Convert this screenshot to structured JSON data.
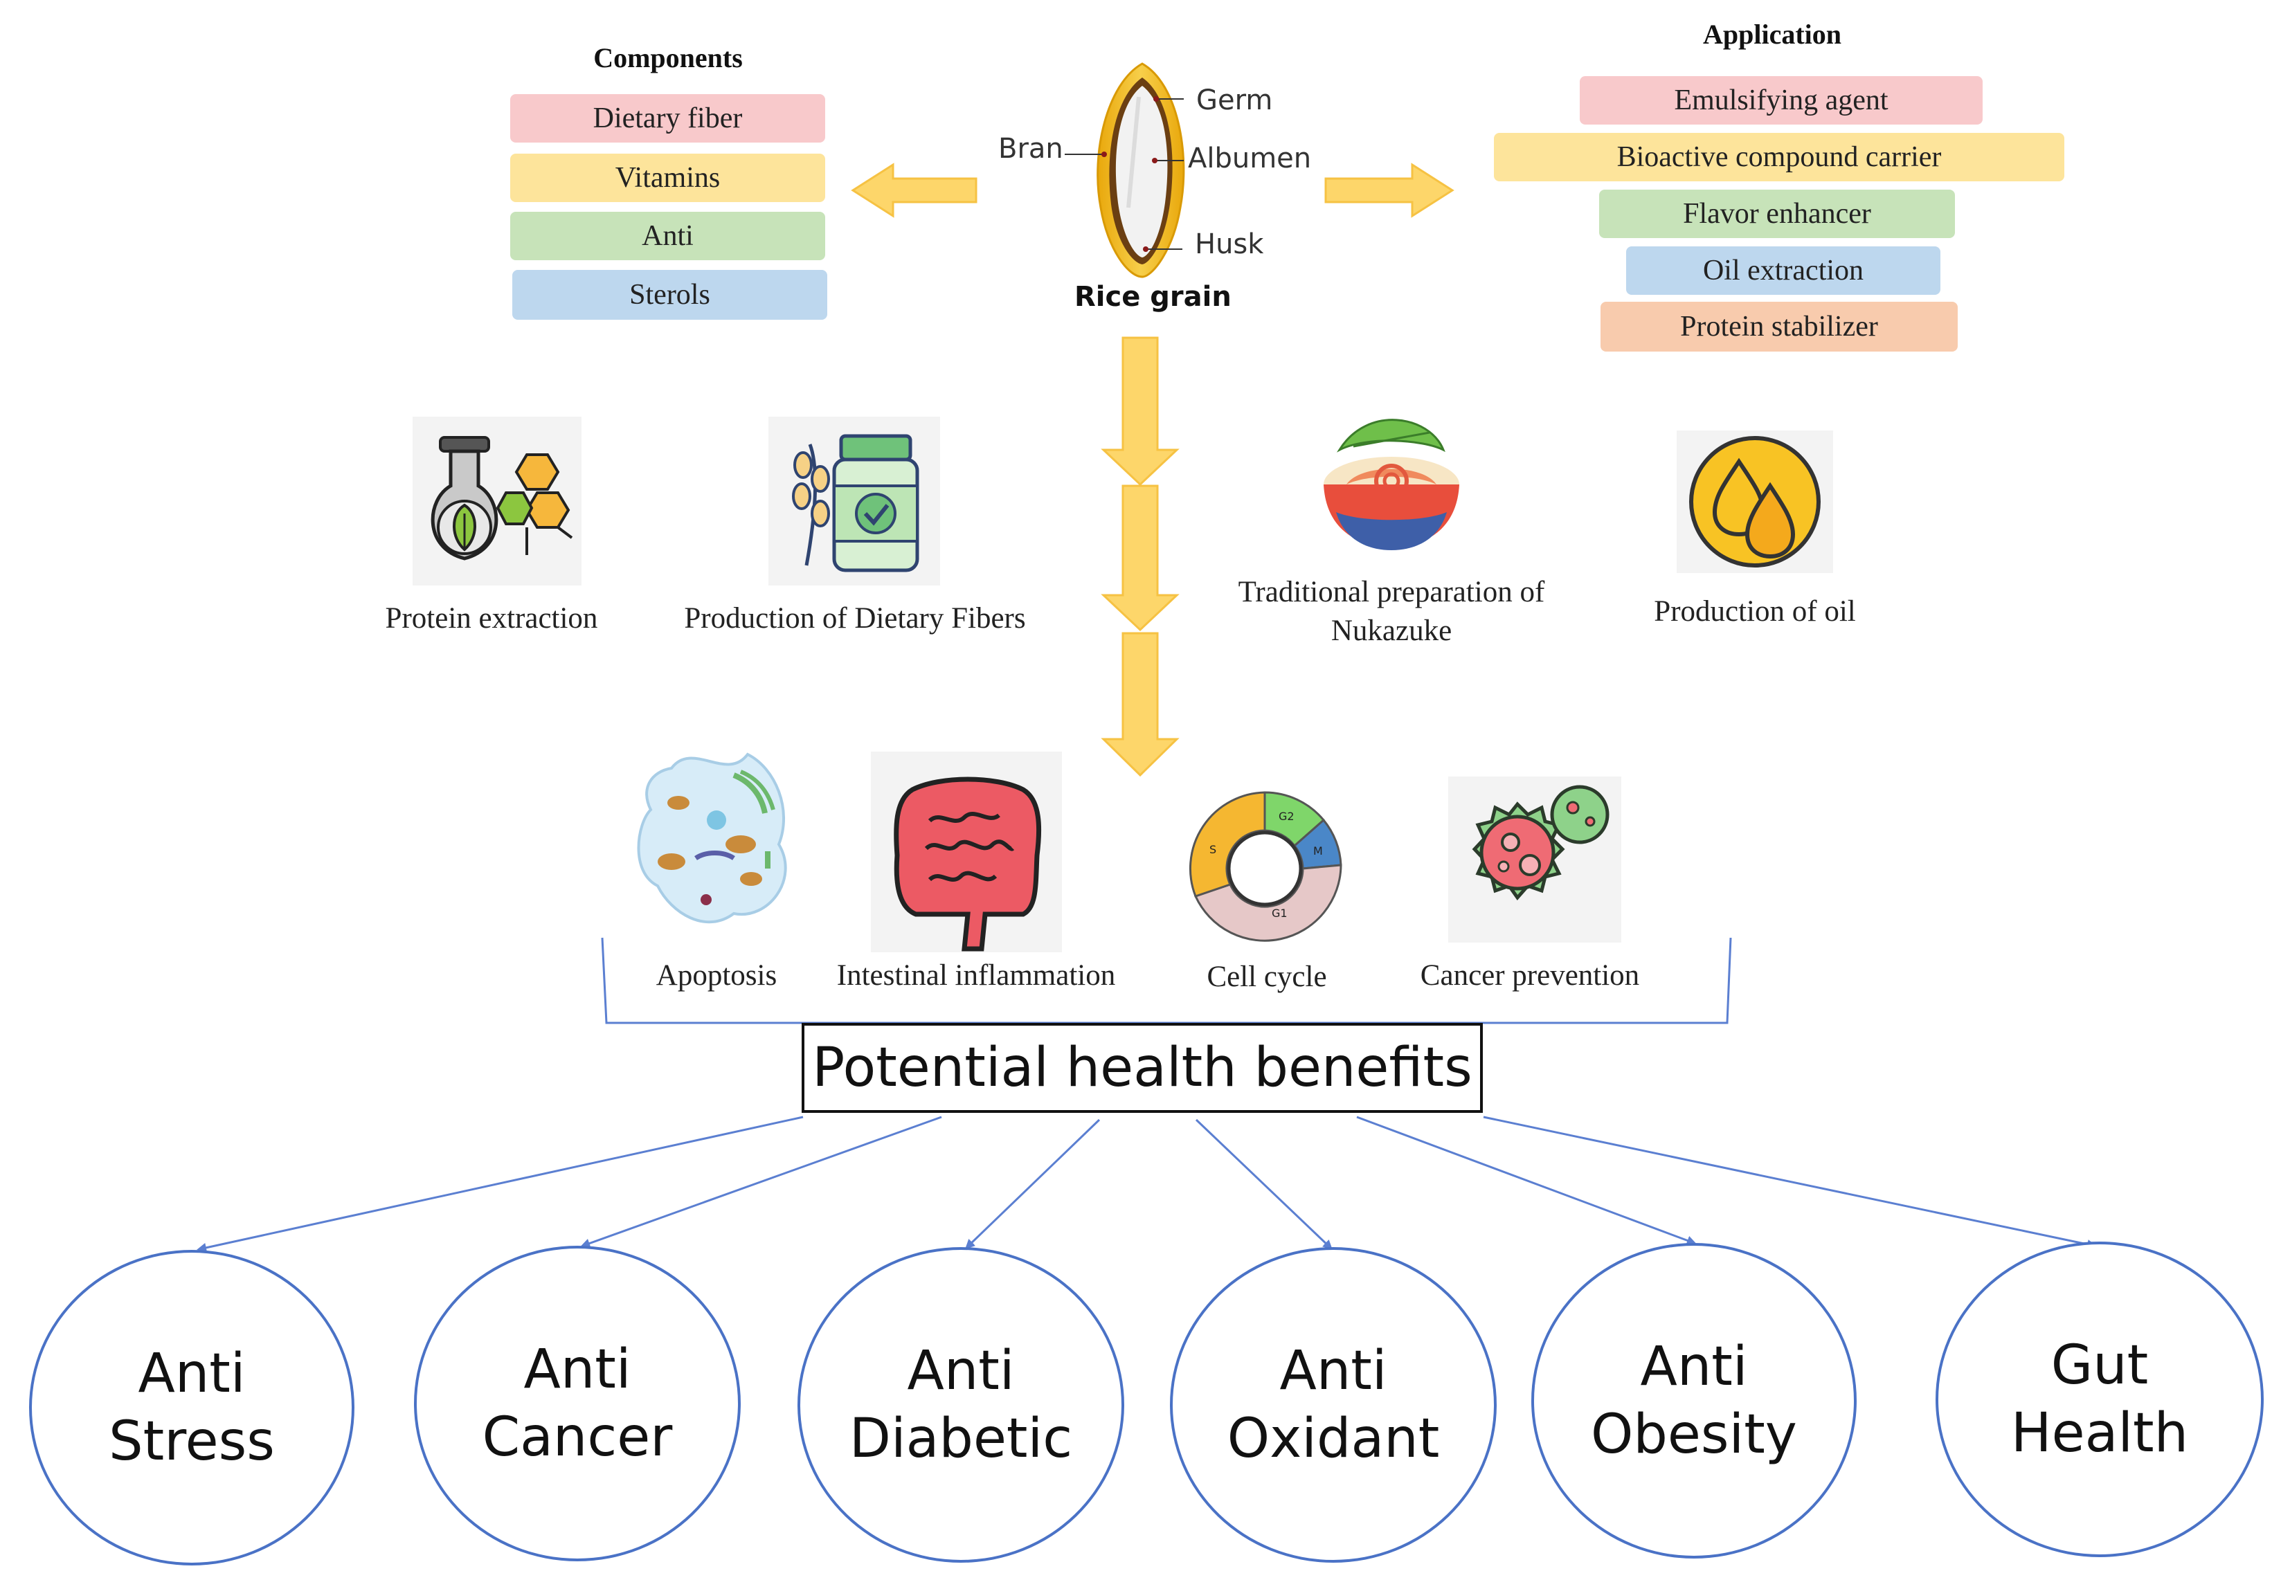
{
  "components": {
    "heading": "Components",
    "items": [
      {
        "label": "Dietary fiber",
        "color": "#f8c9cb"
      },
      {
        "label": "Vitamins",
        "color": "#fde49b"
      },
      {
        "label": "Anti",
        "color": "#c7e3b9"
      },
      {
        "label": "Sterols",
        "color": "#bdd7ee"
      }
    ]
  },
  "application": {
    "heading": "Application",
    "items": [
      {
        "label": "Emulsifying agent",
        "color": "#f8c9cb"
      },
      {
        "label": "Bioactive compound carrier",
        "color": "#fde49b"
      },
      {
        "label": "Flavor enhancer",
        "color": "#c7e3b9"
      },
      {
        "label": "Oil extraction",
        "color": "#bdd7ee"
      },
      {
        "label": "Protein stabilizer",
        "color": "#f8cbad"
      }
    ]
  },
  "grain": {
    "title": "Rice grain",
    "parts": {
      "germ": "Germ",
      "bran": "Bran",
      "albumen": "Albumen",
      "husk": "Husk"
    }
  },
  "processes": [
    {
      "label": "Protein extraction",
      "icon": "flask-leaf-icon"
    },
    {
      "label": "Production of Dietary Fibers",
      "icon": "supplement-bottle-icon"
    },
    {
      "label_line1": "Traditional preparation of",
      "label_line2": "Nukazuke",
      "icon": "pickle-bowl-icon"
    },
    {
      "label": "Production of oil",
      "icon": "oil-drops-icon"
    }
  ],
  "mechanisms": [
    {
      "label": "Apoptosis",
      "icon": "cell-icon"
    },
    {
      "label": "Intestinal inflammation",
      "icon": "intestine-icon"
    },
    {
      "label": "Cell cycle",
      "icon": "cell-cycle-icon",
      "phases": [
        "G2",
        "M",
        "G1",
        "S"
      ]
    },
    {
      "label": "Cancer prevention",
      "icon": "cancer-cell-icon"
    }
  ],
  "benefits_title": "Potential health benefits",
  "benefits": [
    {
      "line1": "Anti",
      "line2": "Stress"
    },
    {
      "line1": "Anti",
      "line2": "Cancer"
    },
    {
      "line1": "Anti",
      "line2": "Diabetic"
    },
    {
      "line1": "Anti",
      "line2": "Oxidant"
    },
    {
      "line1": "Anti",
      "line2": "Obesity"
    },
    {
      "line1": "Gut",
      "line2": "Health"
    }
  ],
  "colors": {
    "arrow": "#fdd66a",
    "arrow_edge": "#f6c243",
    "circle_border": "#4a72c6",
    "connector": "#5b7fd1"
  }
}
